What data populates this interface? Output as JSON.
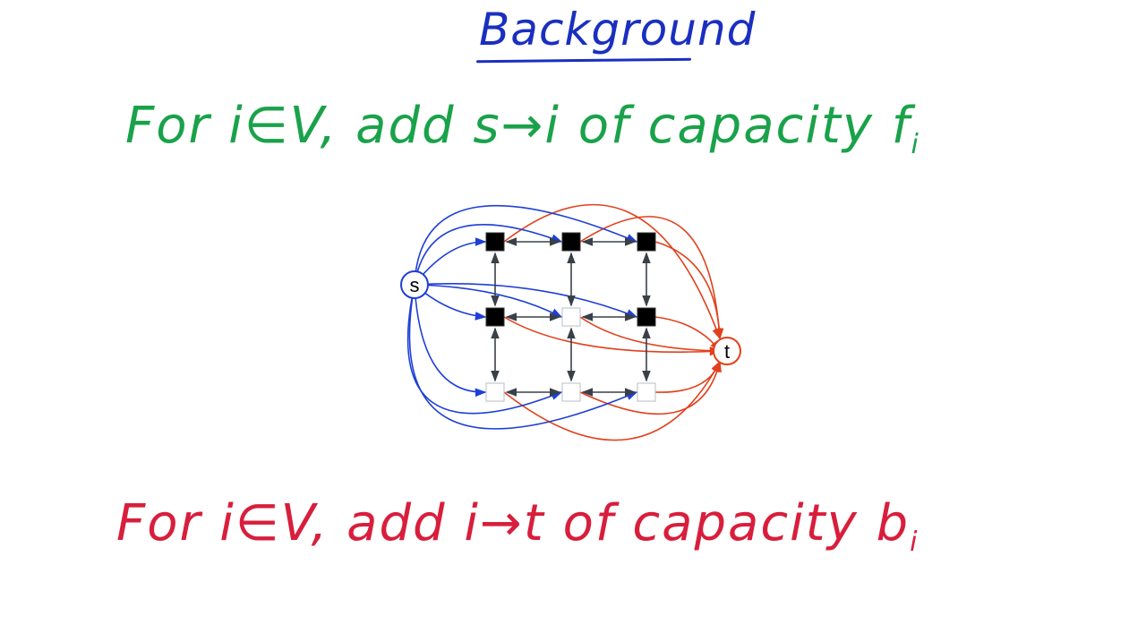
{
  "title": "Background",
  "line_source": {
    "text": "For i∈V, add s→i of capacity f",
    "subscript": "i"
  },
  "line_sink": {
    "text": "For i∈V, add i→t of capacity b",
    "subscript": "i"
  },
  "diagram": {
    "source_label": "s",
    "sink_label": "t",
    "grid_rows": 3,
    "grid_cols": 3,
    "filled_nodes": [
      [
        0,
        0
      ],
      [
        0,
        1
      ],
      [
        0,
        2
      ],
      [
        1,
        0
      ],
      [
        1,
        2
      ]
    ],
    "colors": {
      "source_edges": "#1f3fd6",
      "sink_edges": "#e2401c",
      "grid_edges": "#3a4048",
      "title": "#1a2fc0",
      "source_text": "#1aa24a",
      "sink_text": "#d81e3c"
    }
  }
}
